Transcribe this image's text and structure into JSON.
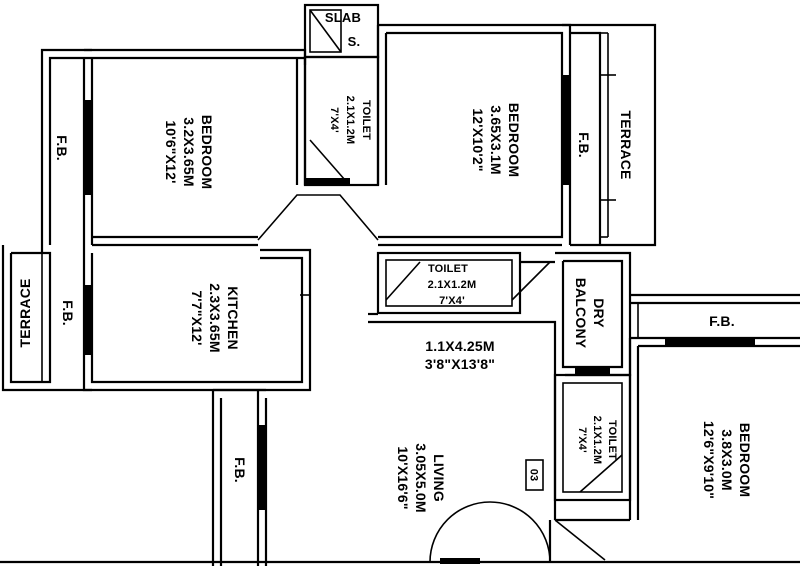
{
  "rooms": {
    "slab": {
      "label": "SLAB",
      "label2": "S."
    },
    "toilet_top": {
      "name": "TOILET",
      "metric": "2.1X1.2M",
      "imperial": "7'X4'"
    },
    "bedroom_left": {
      "name": "BEDROOM",
      "metric": "3.2X3.65M",
      "imperial": "10'6\"X12'"
    },
    "bedroom_top": {
      "name": "BEDROOM",
      "metric": "3.65X3.1M",
      "imperial": "12'X10'2\""
    },
    "fb_left": {
      "label": "F.B."
    },
    "fb_top_right": {
      "label": "F.B."
    },
    "terrace_top": {
      "label": "TERRACE"
    },
    "terrace_left": {
      "label": "TERRACE"
    },
    "fb_terrace_left": {
      "label": "F.B."
    },
    "kitchen": {
      "name": "KITCHEN",
      "metric": "2.3X3.65M",
      "imperial": "7'7\"X12'"
    },
    "toilet_mid": {
      "name": "TOILET",
      "metric": "2.1X1.2M",
      "imperial": "7'X4'"
    },
    "dry_balcony": {
      "line1": "DRY",
      "line2": "BALCONY"
    },
    "passage": {
      "metric": "1.1X4.25M",
      "imperial": "3'8\"X13'8\""
    },
    "fb_right": {
      "label": "F.B."
    },
    "toilet_right": {
      "name": "TOILET",
      "metric": "2.1X1.2M",
      "imperial": "7'X4'"
    },
    "bedroom_right": {
      "name": "BEDROOM",
      "metric": "3.8X3.0M",
      "imperial": "12'6\"X9'10\""
    },
    "living": {
      "name": "LIVING",
      "metric": "3.05X5.0M",
      "imperial": "10'X16'6\""
    },
    "fb_bottom": {
      "label": "F.B."
    },
    "flat_number": {
      "label": "03"
    }
  }
}
